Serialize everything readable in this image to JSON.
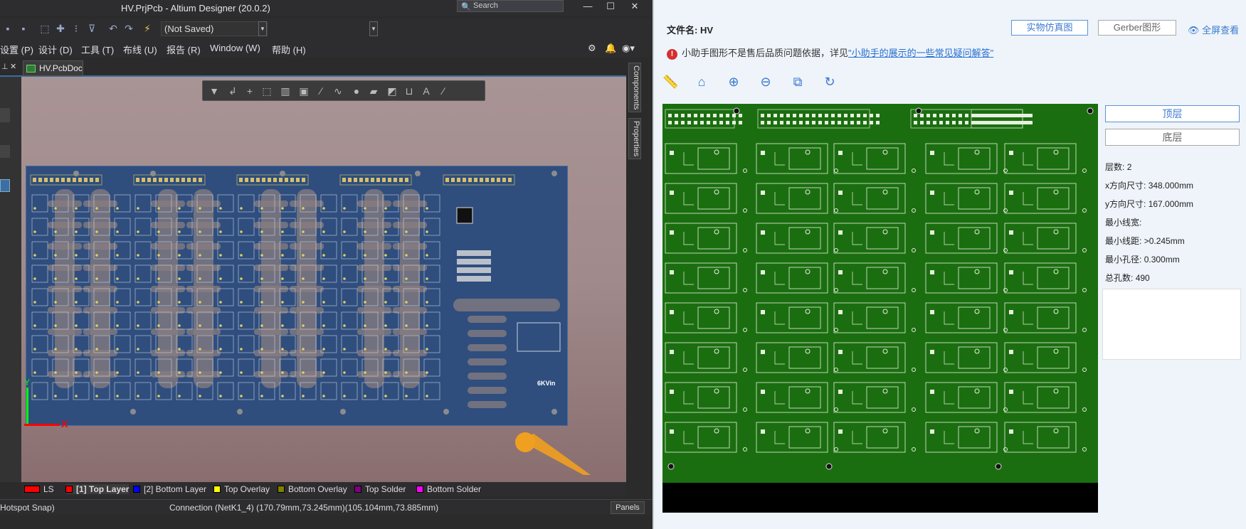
{
  "altium": {
    "title": "HV.PrjPcb - Altium Designer (20.0.2)",
    "search_placeholder": "Search",
    "toolbar": {
      "not_saved": "(Not Saved)"
    },
    "menu": [
      "设置 (P)",
      "设计 (D)",
      "工具 (T)",
      "布线 (U)",
      "报告 (R)",
      "Window (W)",
      "帮助 (H)"
    ],
    "doc_tab": "HV.PcbDoc",
    "side_tabs": [
      "Components",
      "Properties"
    ],
    "board_label": "6KVin",
    "axis": {
      "y": "Y",
      "x": "X"
    },
    "layers": [
      {
        "label": "LS",
        "color": "#ff0000"
      },
      {
        "label": "[1] Top Layer",
        "color": "#ff0000"
      },
      {
        "label": "[2] Bottom Layer",
        "color": "#0000ff"
      },
      {
        "label": "Top Overlay",
        "color": "#ffff00"
      },
      {
        "label": "Bottom Overlay",
        "color": "#808000"
      },
      {
        "label": "Top Solder",
        "color": "#800080"
      },
      {
        "label": "Bottom Solder",
        "color": "#ff00ff"
      }
    ],
    "status": {
      "snap": "Hotspot Snap)",
      "connection": "Connection (NetK1_4) (170.79mm,73.245mm)(105.104mm,73.885mm)",
      "panels": "Panels"
    }
  },
  "viewer": {
    "filename": "文件名:  HV",
    "btn_sim": "实物仿真图",
    "btn_gerber": "Gerber图形",
    "fullscreen": "全屏查看",
    "notice_text": "小助手图形不是售后品质问题依据，详见",
    "notice_link": "\"小助手的展示的一些常见疑问解答\"",
    "layer_top": "顶层",
    "layer_bottom": "底层",
    "info": [
      {
        "label": "层数:",
        "value": "2"
      },
      {
        "label": "x方向尺寸:",
        "value": "348.000mm"
      },
      {
        "label": "y方向尺寸:",
        "value": "167.000mm"
      },
      {
        "label": "最小线宽:",
        "value": ""
      },
      {
        "label": "最小线距:",
        "value": ">0.245mm"
      },
      {
        "label": "最小孔径:",
        "value": "0.300mm"
      },
      {
        "label": "总孔数:",
        "value": "490"
      }
    ]
  },
  "colors": {
    "pcb_blue": "#2f4e7e",
    "pcb_green": "#1b6e10",
    "accent": "#3b7ad0"
  }
}
